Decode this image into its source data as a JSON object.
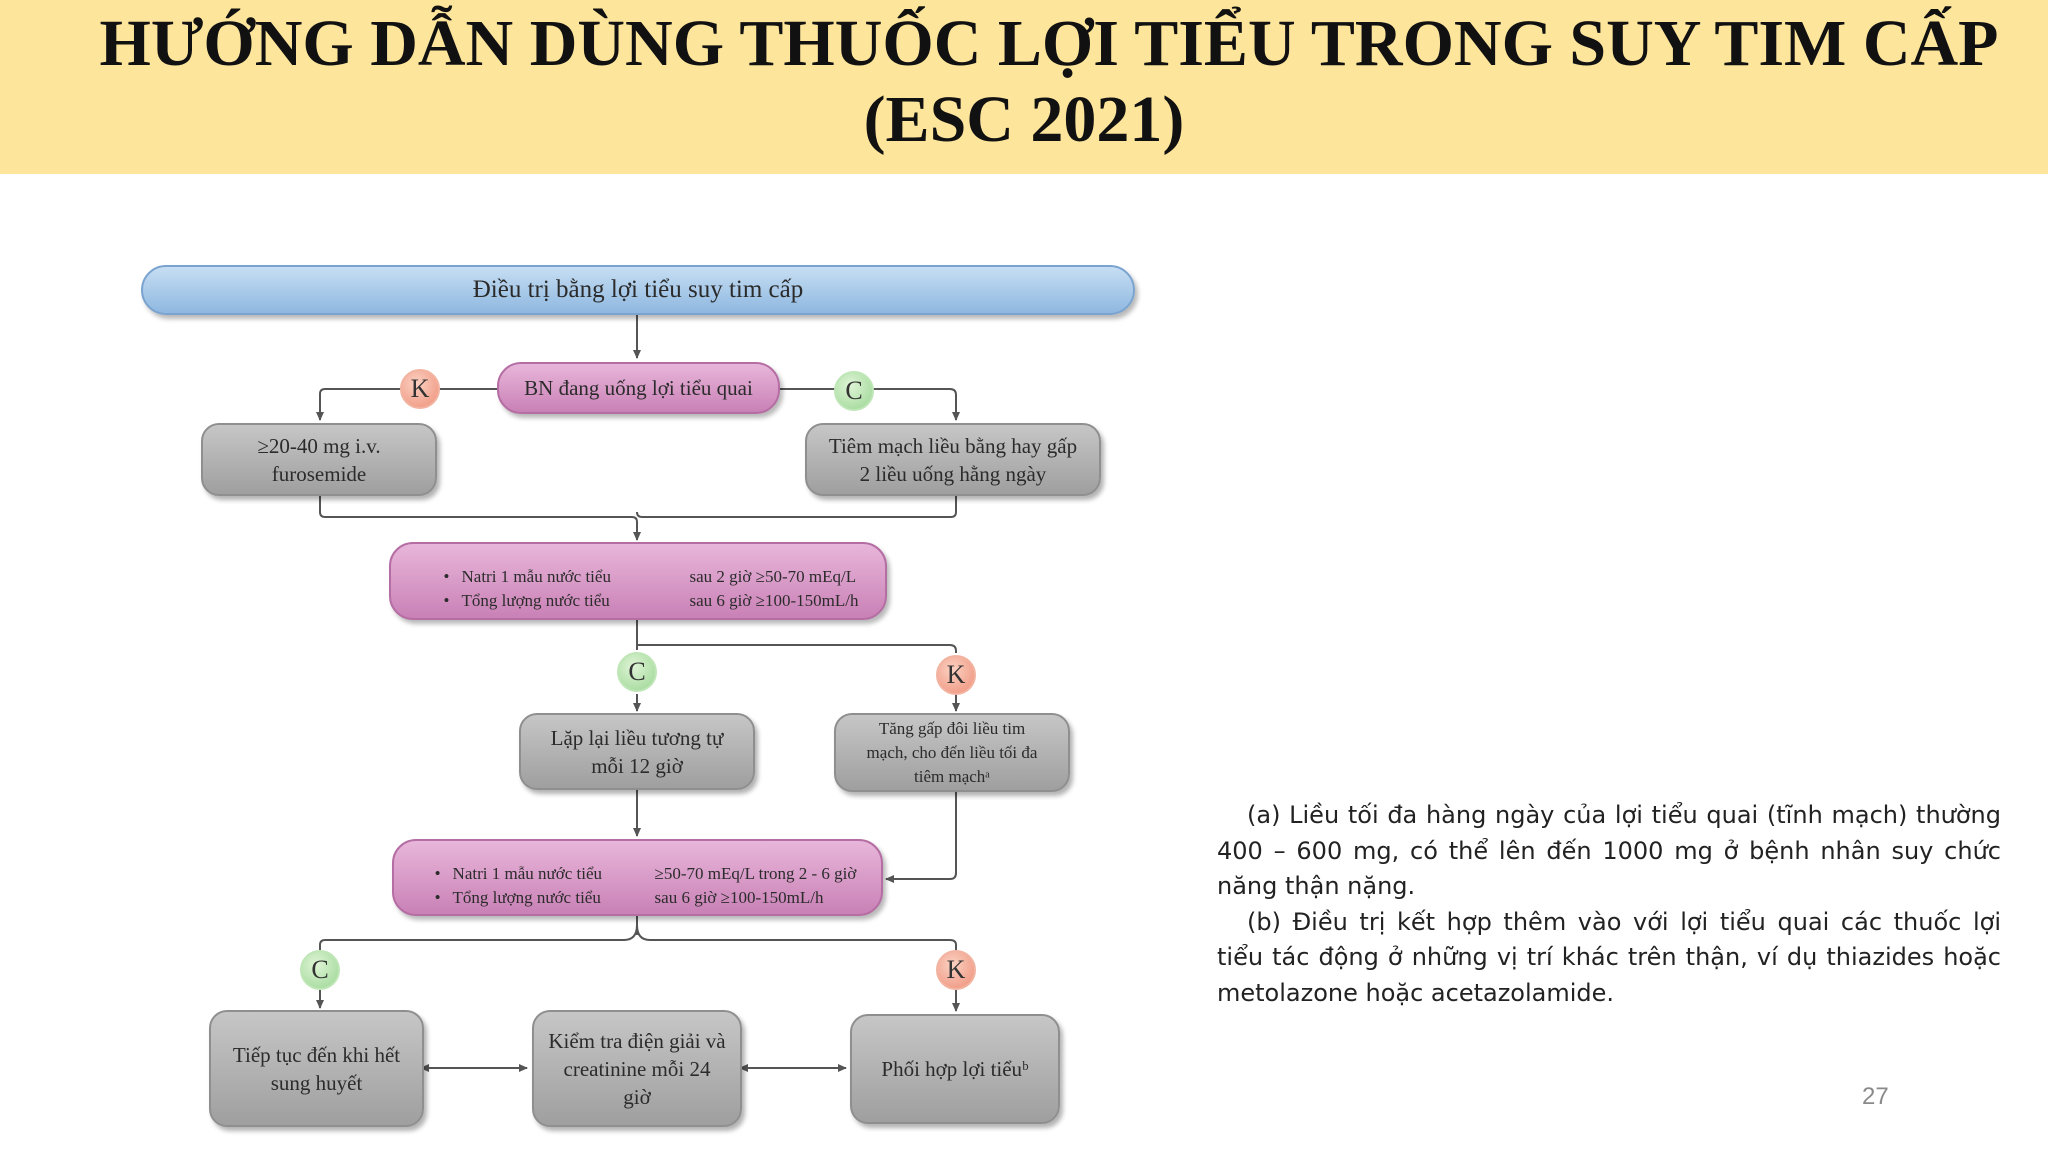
{
  "title": {
    "line1": "HƯỚNG DẪN DÙNG THUỐC LỢI TIỂU TRONG SUY TIM CẤP",
    "line2": "(ESC 2021)"
  },
  "flow": {
    "top": "Điều trị bằng lợi tiểu suy tim cấp",
    "on_loop": "BN đang uống lợi tiểu quai",
    "left_start": "≥20-40 mg i.v. furosemide",
    "right_start": "Tiêm mạch liều bằng hay gấp 2 liều uống hằng ngày",
    "check1": {
      "row1_label": "Natri 1 mẫu nước tiểu",
      "row1_value": "sau 2 giờ ≥50-70 mEq/L",
      "row2_label": "Tổng lượng nước tiểu",
      "row2_value": "sau 6 giờ ≥100-150mL/h"
    },
    "repeat": "Lặp lại liều tương tự mỗi 12 giờ",
    "double": "Tăng gấp đôi liều tim mạch, cho đến liều tối đa tiêm mạchᵃ",
    "check2": {
      "row1_label": "Natri 1 mẫu nước tiểu",
      "row1_value": "≥50-70 mEq/L trong 2 - 6 giờ",
      "row2_label": "Tổng lượng nước tiểu",
      "row2_value": "sau 6 giờ ≥100-150mL/h"
    },
    "continue": "Tiếp tục đến khi hết sung huyết",
    "monitor": "Kiểm tra điện giải và creatinine mỗi 24 giờ",
    "combine": "Phối hợp lợi tiểuᵇ",
    "badge_k": "K",
    "badge_c": "C",
    "bullet": "•"
  },
  "notes": {
    "a": "(a) Liều tối đa hàng ngày của lợi tiểu quai (tĩnh mạch) thường 400 – 600 mg, có thể lên đến 1000 mg ở bệnh nhân suy chức năng thận nặng.",
    "b": "(b) Điều trị kết hợp thêm vào với lợi tiểu quai các thuốc lợi tiểu tác động ở những vị trí khác trên thận, ví dụ thiazides hoặc metolazone hoặc acetazolamide."
  },
  "page_number": "27",
  "colors": {
    "banner": "#fde59c",
    "pink_node": "#d49ac4",
    "grey_node": "#b3b3b3",
    "blue_node": "#a9cbeb",
    "badge_k": "#f19f88",
    "badge_c": "#a9dca0"
  }
}
